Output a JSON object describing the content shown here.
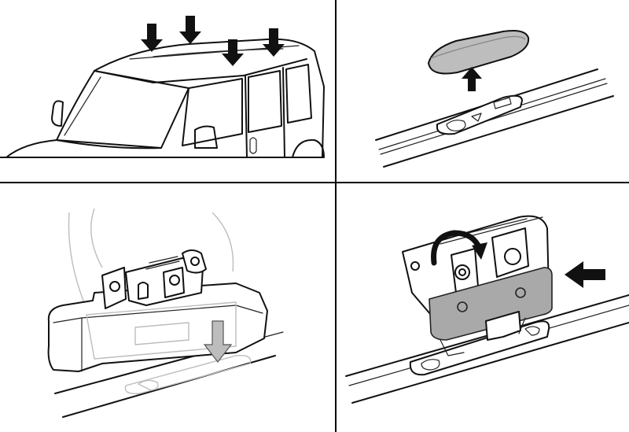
{
  "colors": {
    "line": "#111111",
    "background": "#ffffff",
    "panel_grey": "#a9a9a9",
    "cover_grey": "#bdbdbd"
  },
  "panels": [
    {
      "step": 1,
      "icons": [
        "car-icon",
        "down-arrow-icon"
      ]
    },
    {
      "step": 2,
      "icons": [
        "roof-rail-icon",
        "cover-cap-icon",
        "up-arrow-icon"
      ]
    },
    {
      "step": 3,
      "icons": [
        "roof-rack-foot-icon",
        "down-arrow-icon"
      ]
    },
    {
      "step": 4,
      "icons": [
        "clamp-bracket-icon",
        "rotate-arrow-icon",
        "left-arrow-icon"
      ]
    }
  ]
}
